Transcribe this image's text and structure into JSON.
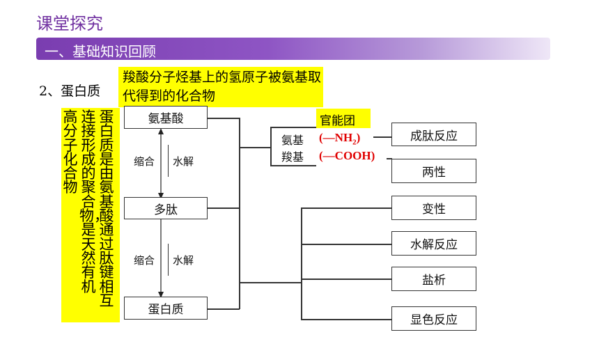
{
  "header": {
    "title": "课堂探究",
    "banner": "一、基础知识回顾"
  },
  "section": {
    "label": "2、蛋白质",
    "definition": "羧酸分子烃基上的氢原子被氨基取代得到的化合物",
    "vertical_note_columns": [
      "蛋白质是由氨基酸通过肽键相互",
      "连接形成的聚合物，是天然有机",
      "高分子化合物"
    ]
  },
  "diagram": {
    "nodes": {
      "amino_acid": "氨基酸",
      "peptide": "多肽",
      "protein": "蛋白质"
    },
    "arrows": {
      "condense_1": "缩合",
      "hydrolysis_1": "水解",
      "condense_2": "缩合",
      "hydrolysis_2": "水解"
    },
    "functional_group": {
      "label": "官能团",
      "amino": "氨基",
      "carboxyl": "羧基",
      "amino_formula_prefix": "(—NH",
      "amino_formula_sub": "2",
      "amino_formula_suffix": ")",
      "carboxyl_formula": "(—COOH)"
    },
    "amino_acid_properties": [
      "成肽反应",
      "两性"
    ],
    "protein_properties": [
      "变性",
      "水解反应",
      "盐析",
      "显色反应"
    ]
  }
}
